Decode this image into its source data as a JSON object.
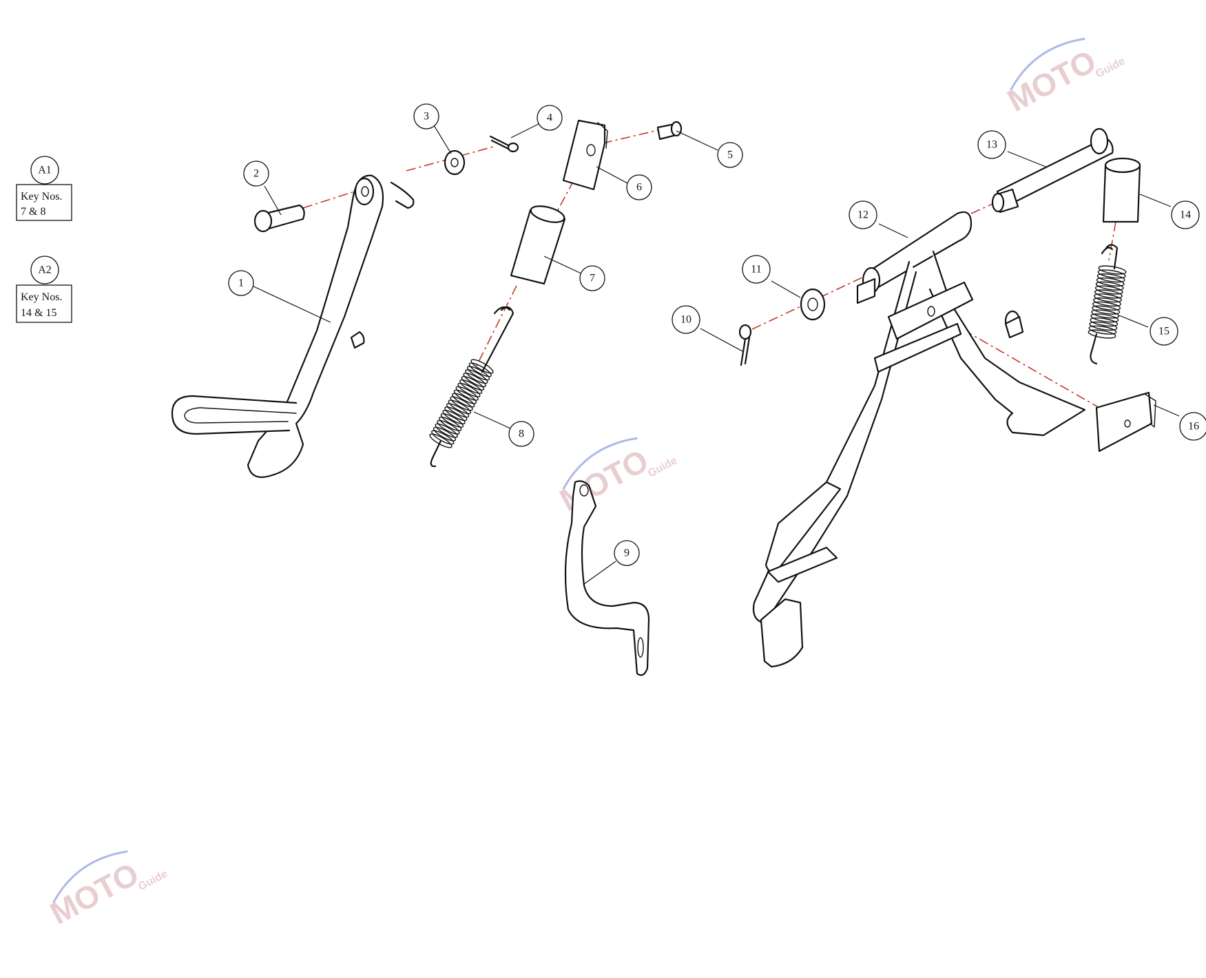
{
  "callouts": [
    {
      "label": "1"
    },
    {
      "label": "2"
    },
    {
      "label": "3"
    },
    {
      "label": "4"
    },
    {
      "label": "5"
    },
    {
      "label": "6"
    },
    {
      "label": "7"
    },
    {
      "label": "8"
    },
    {
      "label": "9"
    },
    {
      "label": "10"
    },
    {
      "label": "11"
    },
    {
      "label": "12"
    },
    {
      "label": "13"
    },
    {
      "label": "14"
    },
    {
      "label": "15"
    },
    {
      "label": "16"
    }
  ],
  "key_groups": [
    {
      "id": "A1",
      "line1": "Key Nos.",
      "line2": "7 & 8"
    },
    {
      "id": "A2",
      "line1": "Key Nos.",
      "line2": "14 & 15"
    }
  ],
  "watermark": {
    "main": "MOTO",
    "sub": "Guide",
    "accent_color": "#6c7fd8",
    "mark_color": "#d6a6ad"
  },
  "colors": {
    "line": "#111111",
    "axis": "#c0392b"
  }
}
